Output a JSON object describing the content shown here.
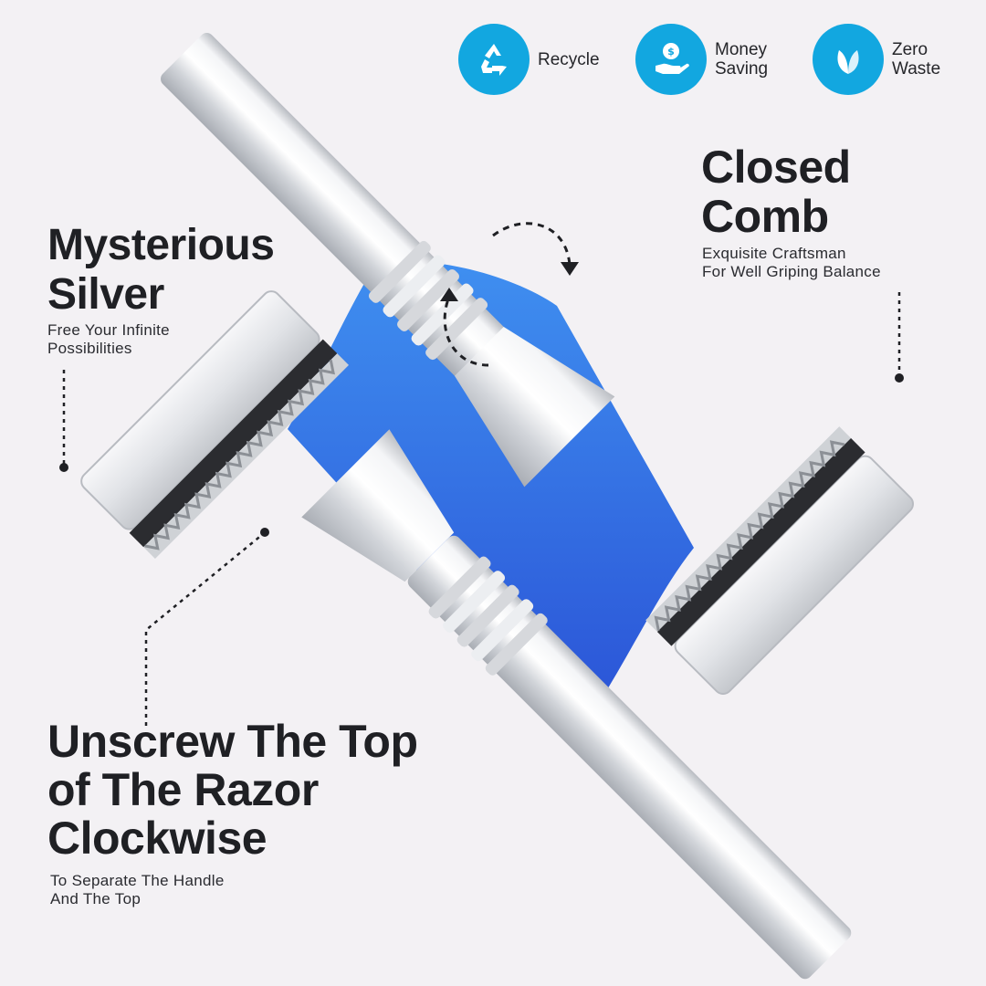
{
  "badges": [
    {
      "label": "Recycle",
      "icon": "recycle-icon"
    },
    {
      "label": "Money\nSaving",
      "icon": "money-hand-icon"
    },
    {
      "label": "Zero\nWaste",
      "icon": "leaf-icon"
    }
  ],
  "features": {
    "mysterious": {
      "title": "Mysterious\nSilver",
      "subtitle": "Free Your Infinite\nPossibilities"
    },
    "closed_comb": {
      "title": "Closed\nComb",
      "subtitle": "Exquisite Craftsman\nFor Well Griping Balance"
    },
    "unscrew": {
      "title": "Unscrew The Top\nof The Razor\nClockwise",
      "subtitle": "To Separate The Handle\nAnd The Top"
    }
  },
  "colors": {
    "background": "#f3f1f4",
    "badge_blue": "#12a7e0",
    "accent_blue_top": "#3f8ff0",
    "accent_blue_bottom": "#2a52d6",
    "text": "#1f2024"
  }
}
